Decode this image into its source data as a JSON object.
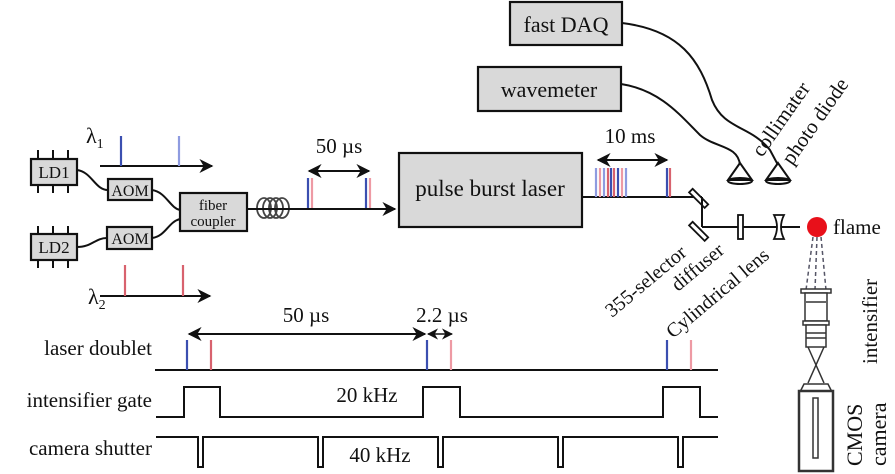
{
  "figure": {
    "instruments": {
      "fast_daq": "fast DAQ",
      "wavemeter": "wavemeter",
      "ld1": "LD1",
      "ld2": "LD2",
      "aom1": "AOM",
      "aom2": "AOM",
      "fiber_coupler_line1": "fiber",
      "fiber_coupler_line2": "coupler",
      "pulse_burst_laser": "pulse burst laser"
    },
    "labels": {
      "lambda1": "λ",
      "lambda1_sub": "1",
      "lambda2": "λ",
      "lambda2_sub": "2",
      "interval_fiber": "50 µs",
      "interval_burst": "10 ms",
      "collimater": "collimater",
      "photo_diode": "photo diode",
      "selector": "355-selector",
      "diffuser": "diffuser",
      "cylindrical_lens": "Cylindrical lens",
      "flame": "flame",
      "intensifier": "intensifier",
      "cmos": "CMOS",
      "camera": "camera"
    },
    "colors": {
      "lambda1_pulse": "#3b4fb0",
      "lambda2_pulse": "#d8626e",
      "flame": "#e8101a",
      "box_fill": "#d9d9d9"
    },
    "timing": {
      "rows": [
        {
          "label": "laser doublet"
        },
        {
          "label": "intensifier gate",
          "annotation": "20 kHz"
        },
        {
          "label": "camera shutter",
          "annotation": "40 kHz"
        }
      ],
      "doublet_period": "50 µs",
      "doublet_separation": "2.2 µs"
    }
  }
}
